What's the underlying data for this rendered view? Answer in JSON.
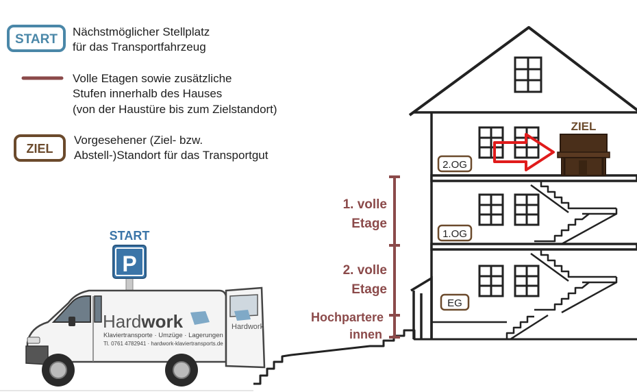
{
  "legend": {
    "start": {
      "badge": "START",
      "line1": "Nächstmöglicher Stellplatz",
      "line2": "für das Transportfahrzeug",
      "color": "#4a87a8"
    },
    "floors_line": {
      "line1": "Volle Etagen sowie zusätzliche",
      "line2": "Stufen innerhalb des Hauses",
      "line3": "(von der Haustüre bis zum Zielstandort)",
      "color": "#8b4a4a"
    },
    "ziel": {
      "badge": "ZIEL",
      "line1": "Vorgesehener (Ziel- bzw.",
      "line2": "Abstell-)Standort für das Transportgut",
      "color": "#6b4a2c"
    }
  },
  "parking": {
    "start_label": "START",
    "sign_letter": "P",
    "sign_color": "#3b75a8"
  },
  "van": {
    "brand_plain": "Hard",
    "brand_bold": "work",
    "tagline": "Klaviertransporte · Umzüge · Lagerungen",
    "contact": "Tl. 0761 4782941 · hardwork-klaviertransports.de",
    "door_brand": "Hardwork"
  },
  "house": {
    "floor_labels": {
      "og2": "2.OG",
      "og1": "1.OG",
      "eg": "EG"
    },
    "ziel_label": "ZIEL",
    "ziel_color": "#6b4a2c",
    "arrow_color": "#e01b1b"
  },
  "measure": {
    "color": "#8b4a4a",
    "label1_a": "1. volle",
    "label1_b": "Etage",
    "label2_a": "2. volle",
    "label2_b": "Etage",
    "label3_a": "Hochpartere",
    "label3_b": "innen"
  }
}
